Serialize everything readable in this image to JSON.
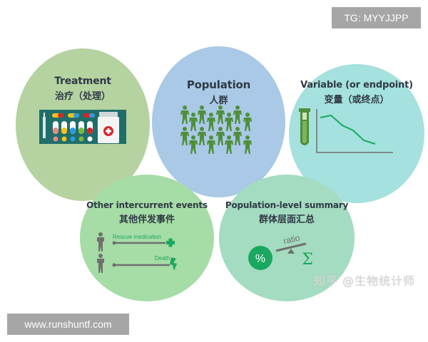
{
  "badges": {
    "tg": "TG: MYYJJPP",
    "url": "www.runshuntf.com"
  },
  "watermark": "知乎 @生物统计师",
  "colors": {
    "treatment_bg": "#b5d3a1",
    "population_bg": "#a9c9e6",
    "variable_bg": "#a5e1de",
    "other_bg": "#a6dca6",
    "summary_bg": "#a3dcc0",
    "icon_green": "#4f8f3a",
    "accent_green": "#1aa860",
    "gray": "#707070"
  },
  "circles": [
    {
      "id": "treatment",
      "title_en": "Treatment",
      "title_zh": "治疗（处理）",
      "icon": "pill-box-icon"
    },
    {
      "id": "population",
      "title_en": "Population",
      "title_zh": "人群",
      "icon": "people-crowd-icon"
    },
    {
      "id": "variable",
      "title_en": "Variable (or endpoint)",
      "title_zh": "变量（或终点）",
      "icon": "test-tube-line-chart-icon"
    },
    {
      "id": "other",
      "title_en": "Other intercurrent events",
      "title_zh": "其他伴发事件",
      "icon": "timeline-icon",
      "events": [
        {
          "label": "Rescue medication",
          "marker": "plus-icon"
        },
        {
          "label": "Death",
          "marker": "lightning-icon"
        }
      ]
    },
    {
      "id": "summary",
      "title_en": "Population-level summary",
      "title_zh": "群体层面汇总",
      "icon": "summary-icon",
      "ratio_label": "ratio",
      "percent_symbol": "%",
      "sigma_symbol": "Σ"
    }
  ]
}
